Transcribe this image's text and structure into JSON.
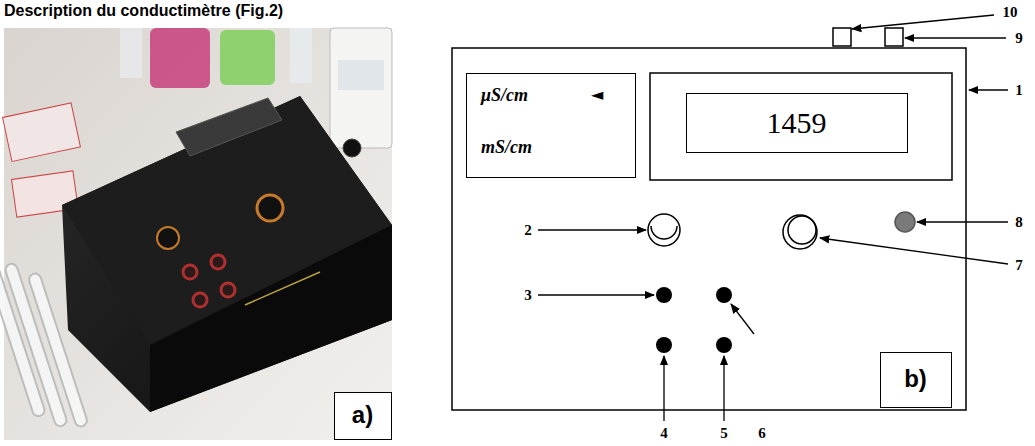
{
  "diagram": {
    "title": "Description du conductimètre (Fig.2)",
    "nodes": [
      {
        "text": [
          "a)"
        ]
      },
      {
        "text": [
          "μS/cm",
          "◄",
          "mS/cm"
        ]
      },
      {
        "text": [
          "1459"
        ]
      },
      {
        "text": [
          "b)"
        ]
      }
    ],
    "labels": [
      "10",
      "9",
      "1",
      "2",
      "8",
      "7",
      "3",
      "4",
      "5",
      "6"
    ]
  }
}
